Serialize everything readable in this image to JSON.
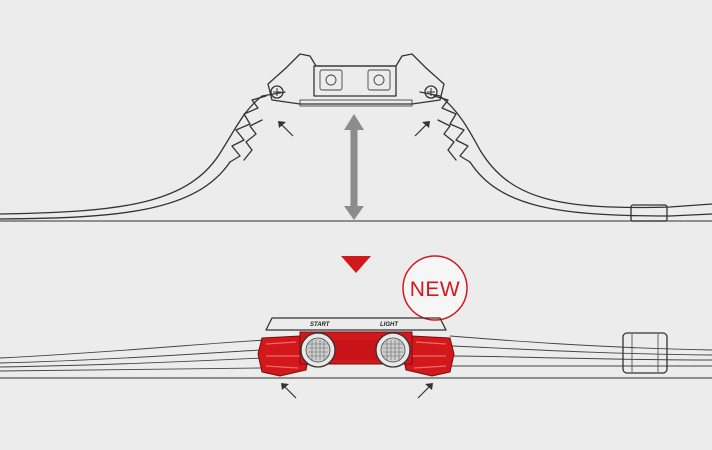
{
  "badge": {
    "text": "NEW"
  },
  "watch_labels": {
    "start": "START",
    "light": "LIGHT"
  },
  "colors": {
    "background": "#ececec",
    "accent_red": "#d3181c",
    "arrow_gray": "#8c8c8c",
    "line": "#333333"
  },
  "icons": [
    "double-arrow-icon",
    "down-triangle-icon",
    "pointer-arrow-icon"
  ]
}
